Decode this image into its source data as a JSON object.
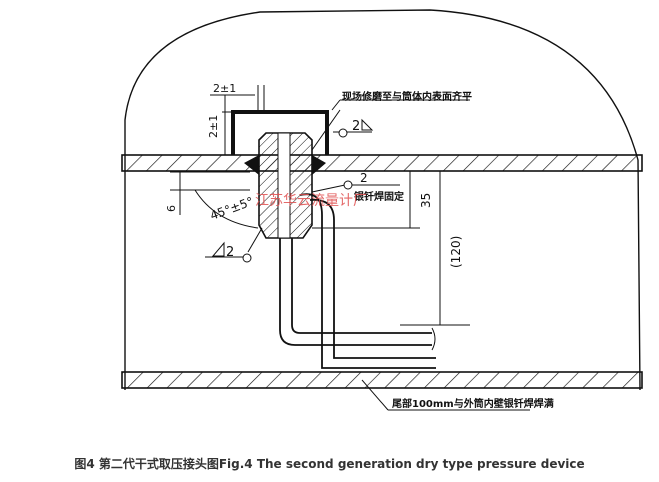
{
  "labels": {
    "dim_width": "2±1",
    "dim_height": "2±1",
    "note_grind": "现场修磨至与筒体内表面齐平",
    "weld_top": "2",
    "weld_mid": "2",
    "note_braze": "银钎焊固定",
    "dim_35": "35",
    "dim_120": "(120)",
    "dim_6": "6",
    "angle": "45°±5°",
    "weld_bottom": "2",
    "note_tail": "尾部100mm与外筒内壁银钎焊焊满"
  },
  "watermark": "江苏华云流量计厂",
  "caption": "图4 第二代干式取压接头图Fig.4 The second generation dry type pressure device"
}
